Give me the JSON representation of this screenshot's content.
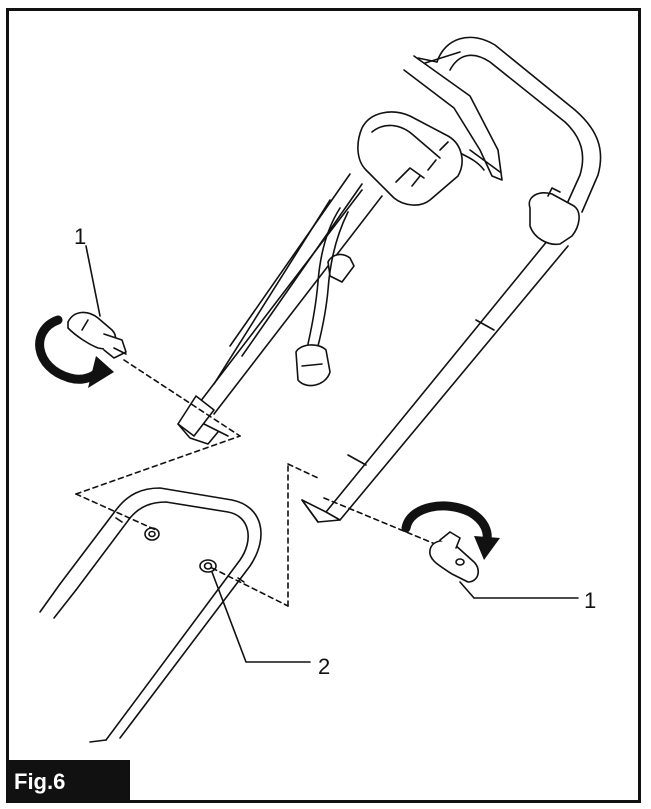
{
  "figure": {
    "label": "Fig.6"
  },
  "callouts": [
    {
      "id": "c1",
      "text": "1"
    },
    {
      "id": "c2",
      "text": "1"
    },
    {
      "id": "c3",
      "text": "2"
    }
  ],
  "colors": {
    "ink": "#111111",
    "fill": "#ffffff",
    "shade": "#d9d9d9"
  }
}
